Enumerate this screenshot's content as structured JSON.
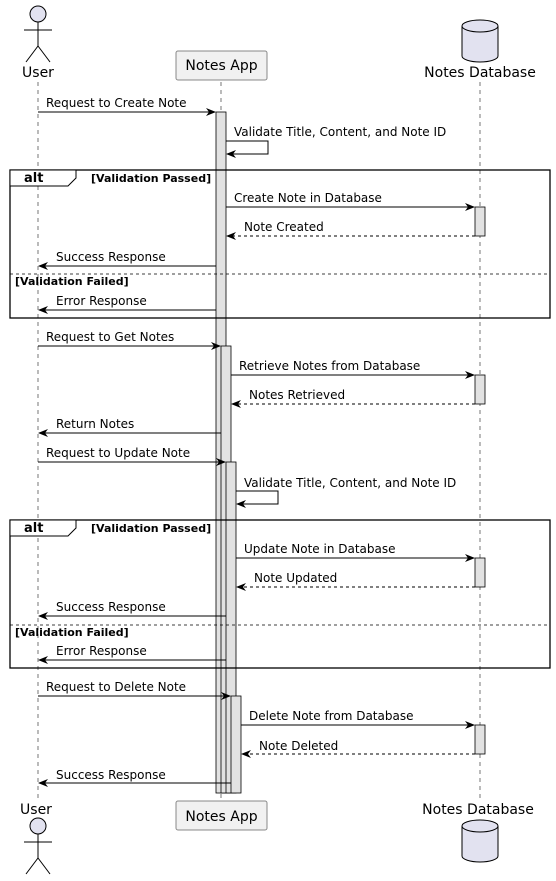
{
  "participants": {
    "user": "User",
    "app": "Notes App",
    "db": "Notes Database"
  },
  "messages": [
    {
      "text": "Request to Create Note"
    },
    {
      "text": "Validate Title, Content, and Note ID"
    },
    {
      "text": "Create Note in Database"
    },
    {
      "text": "Note Created"
    },
    {
      "text": "Success Response"
    },
    {
      "text": "Error Response"
    },
    {
      "text": "Request to Get Notes"
    },
    {
      "text": "Retrieve Notes from Database"
    },
    {
      "text": "Notes Retrieved"
    },
    {
      "text": "Return Notes"
    },
    {
      "text": "Request to Update Note"
    },
    {
      "text": "Validate Title, Content, and Note ID"
    },
    {
      "text": "Update Note in Database"
    },
    {
      "text": "Note Updated"
    },
    {
      "text": "Success Response"
    },
    {
      "text": "Error Response"
    },
    {
      "text": "Request to Delete Note"
    },
    {
      "text": "Delete Note from Database"
    },
    {
      "text": "Note Deleted"
    },
    {
      "text": "Success Response"
    }
  ],
  "fragments": [
    {
      "keyword": "alt",
      "guard": "[Validation Passed]",
      "else_guard": "[Validation Failed]"
    },
    {
      "keyword": "alt",
      "guard": "[Validation Passed]",
      "else_guard": "[Validation Failed]"
    }
  ],
  "colors": {
    "database_fill": "#e2e2f0",
    "participant_fill": "#f1f1f1",
    "activation_fill": "#e2e2e2"
  }
}
